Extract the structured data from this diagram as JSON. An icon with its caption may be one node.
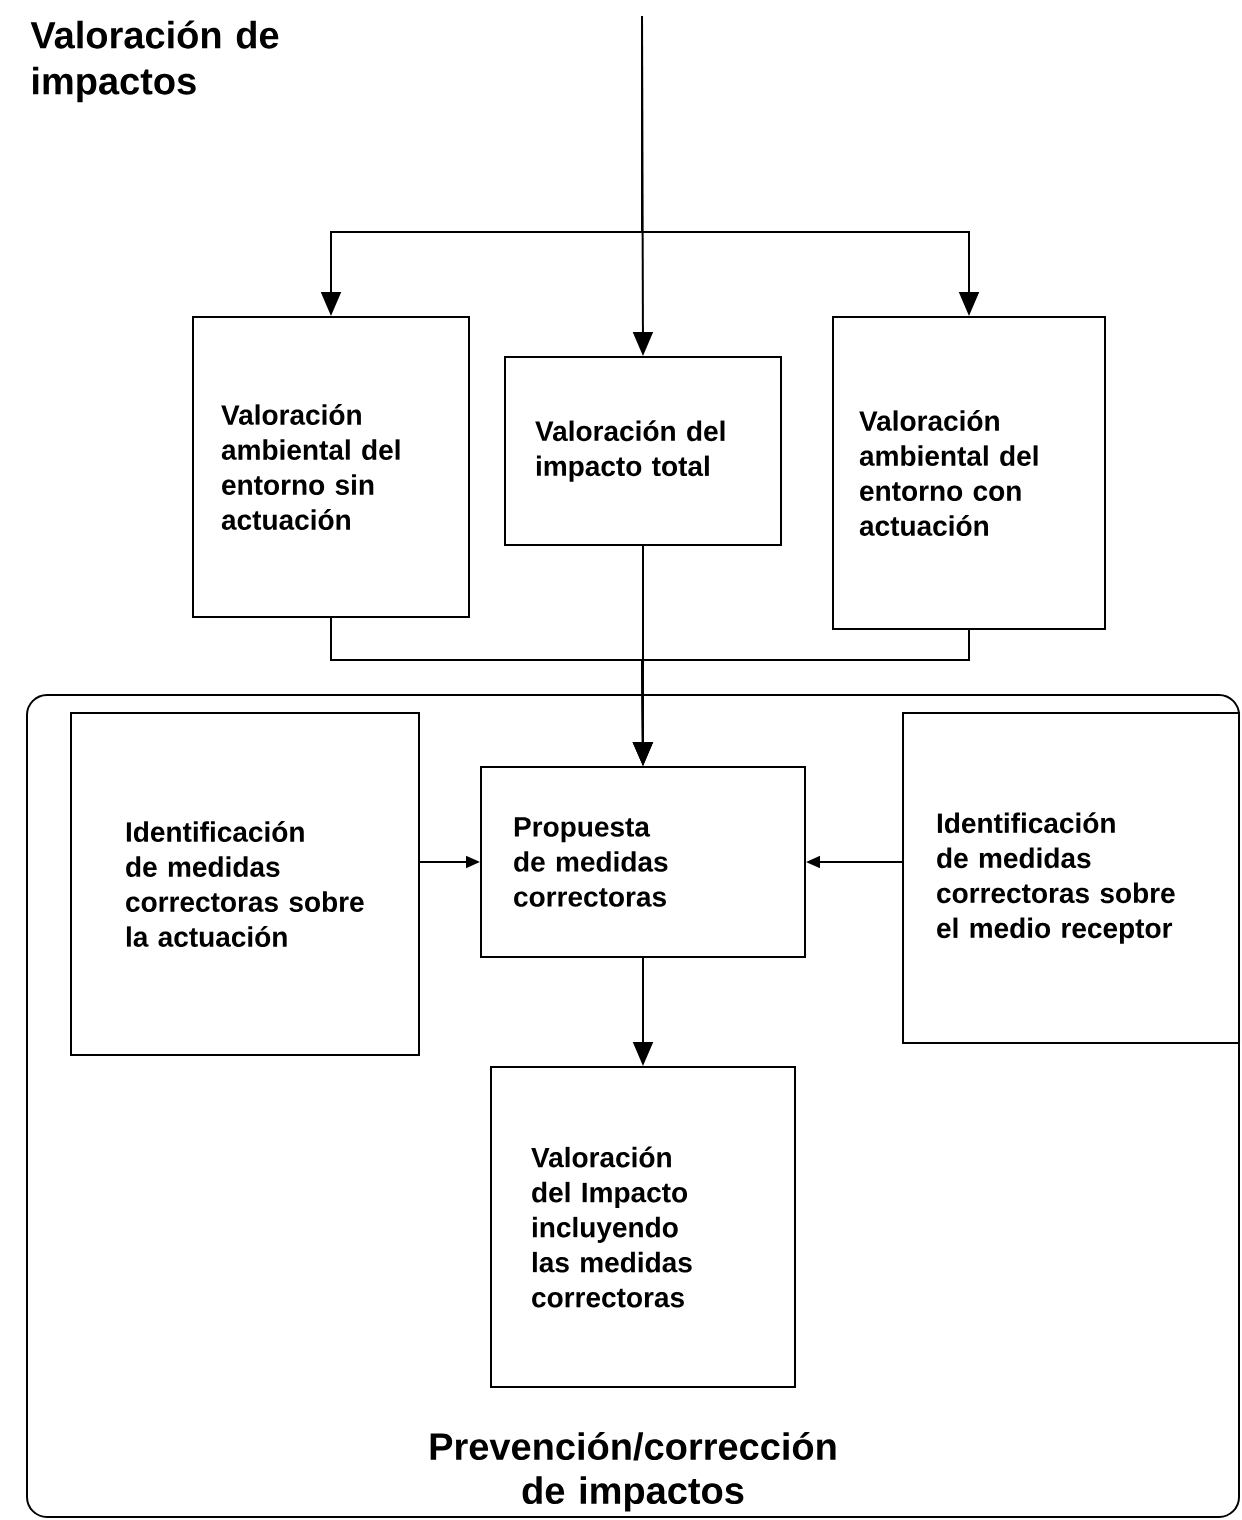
{
  "diagram": {
    "nodes": [
      {
        "text": [
          "Valoración ambiental del entorno sin actuación"
        ]
      },
      {
        "text": [
          "Valoración del impacto total"
        ]
      },
      {
        "text": [
          "Valoración ambiental del entorno con actuación"
        ]
      },
      {
        "text": [
          "Prevención/corrección de impactos"
        ]
      },
      {
        "text": [
          "Identificación de medidas correctoras sobre la actuación"
        ],
        "in": 3
      },
      {
        "text": [
          "Propuesta de medidas correctoras"
        ],
        "in": 3
      },
      {
        "text": [
          "Identificación de medidas correctoras sobre el medio receptor"
        ],
        "in": 3
      },
      {
        "text": [
          "Valoración del Impacto incluyendo las medidas correctoras"
        ],
        "in": 3
      }
    ],
    "edges": [
      {
        "from": null,
        "to": 0,
        "arrow": "to"
      },
      {
        "from": null,
        "to": 1,
        "arrow": "to"
      },
      {
        "from": null,
        "to": 2,
        "arrow": "to"
      },
      {
        "from": 0,
        "to": 5,
        "arrow": "to"
      },
      {
        "from": 1,
        "to": 5,
        "arrow": "to"
      },
      {
        "from": 2,
        "to": 5,
        "arrow": "to"
      },
      {
        "from": 4,
        "to": 5,
        "arrow": "to"
      },
      {
        "from": 6,
        "to": 5,
        "arrow": "to"
      },
      {
        "from": 5,
        "to": 7,
        "arrow": "to"
      }
    ],
    "labels": [
      "Valoración de impactos"
    ]
  }
}
